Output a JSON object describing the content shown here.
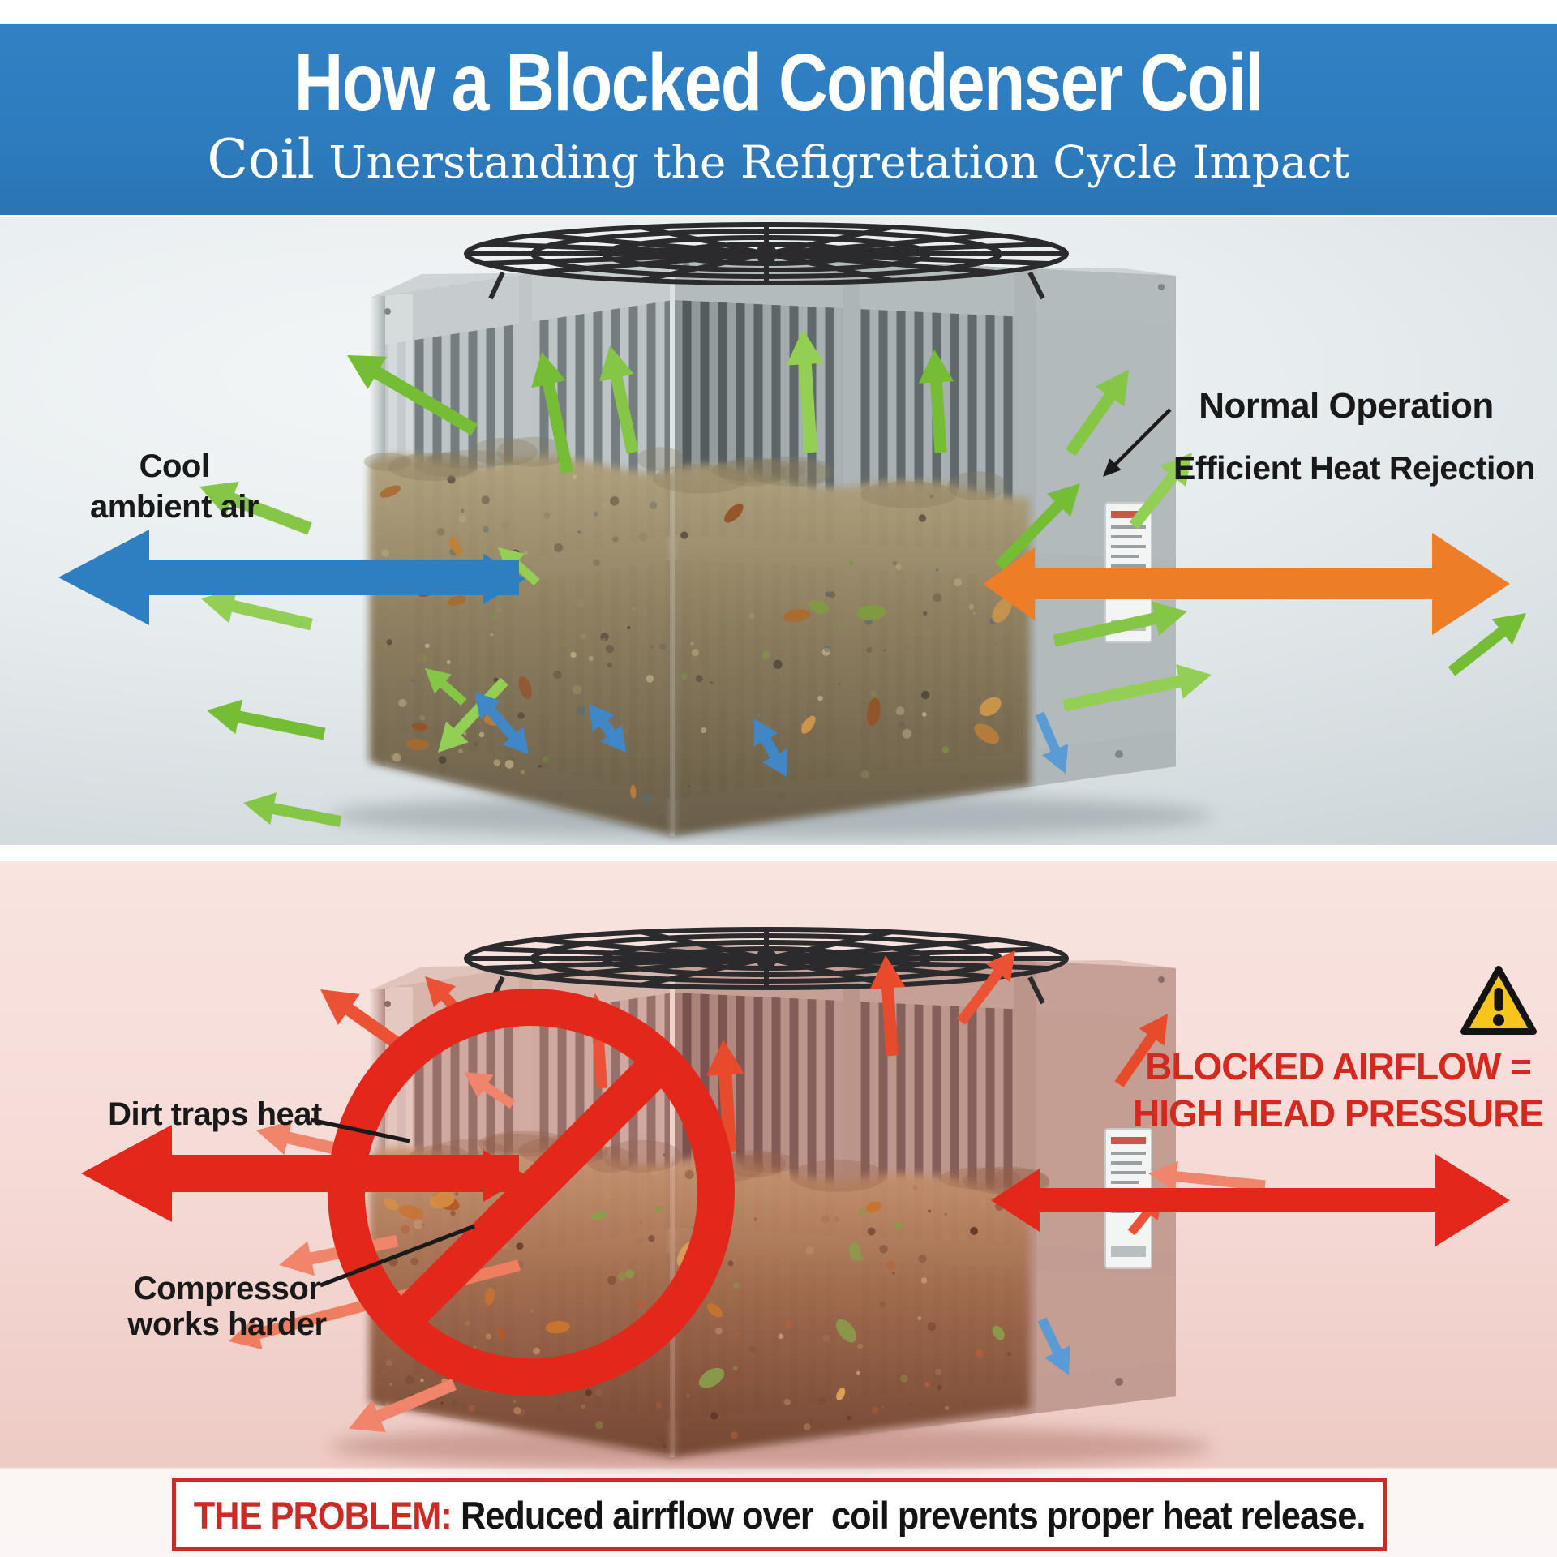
{
  "header": {
    "title": "How a Blocked Condenser Coil",
    "subtitle_lead": "Coil",
    "subtitle_rest": " Unerstanding the Refigretation Cycle Impact",
    "bg_color": "#2e7cbf"
  },
  "normal_section": {
    "cool_line1": "Cool",
    "cool_line2": "ambient air",
    "operation_label": "Normal Operation",
    "heat_label": "Efficient Heat Rejection"
  },
  "blocked_section": {
    "dirt_label": "Dirt traps heat",
    "compressor_line1": "Compressor",
    "compressor_line2": "works harder",
    "blocked_line1": "BLOCKED AIRFLOW =",
    "blocked_line2": "HIGH HEAD PRESSURE"
  },
  "problem_bar": {
    "label": "THE PROBLEM:",
    "text": " Reduced airrflow over  coil prevents proper heat release."
  },
  "icons": {
    "warning": "triangle-exclamation"
  },
  "palette": {
    "header_blue": "#2e7cbf",
    "cool_air_arrow_blue": "#2e7fc2",
    "heat_rejection_orange": "#ee7d27",
    "airflow_green": "#7cbf3a",
    "blocked_red": "#e3271a",
    "blocked_text_red": "#d5291f",
    "warning_yellow": "#f7c51e"
  }
}
